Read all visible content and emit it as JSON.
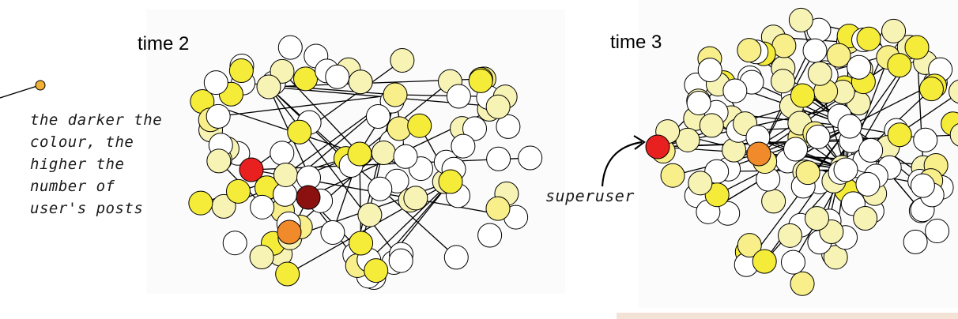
{
  "legend": {
    "lines": [
      "the darker the",
      "colour, the",
      "higher the",
      "number of",
      "user's posts"
    ]
  },
  "panels": {
    "time2": {
      "label": "time 2"
    },
    "time3": {
      "label": "time 3"
    }
  },
  "annotation": {
    "superuser": "superuser"
  },
  "colors": {
    "white": "#ffffff",
    "pale_yellow": "#f7f3b4",
    "light_yellow": "#f8ef8a",
    "yellow": "#f5ec3a",
    "orange": "#f08a2a",
    "red": "#e82020",
    "dark_red": "#8b1010",
    "edge": "#000000"
  }
}
